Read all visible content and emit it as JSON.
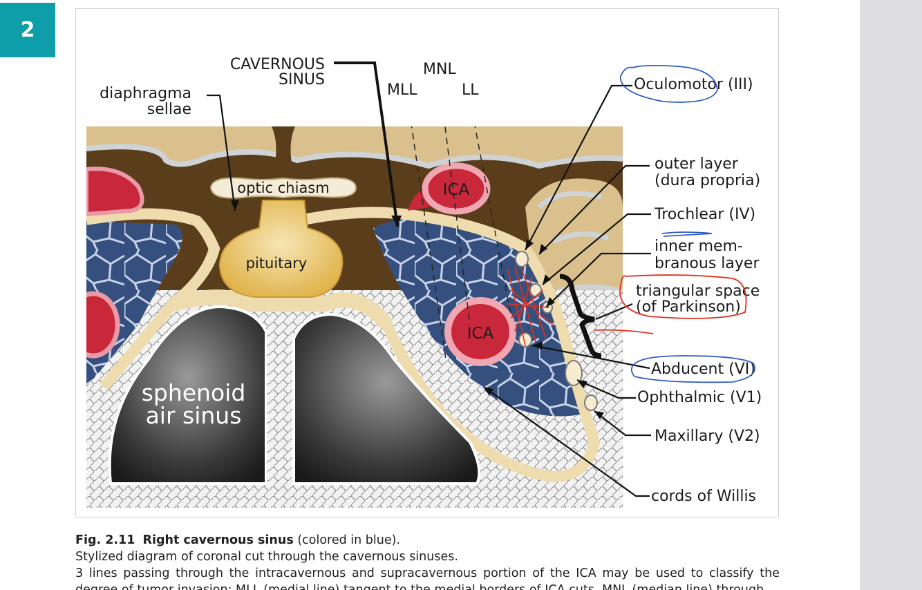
{
  "page": {
    "chapter_number": "2"
  },
  "figure": {
    "labels": {
      "cavernous_sinus_1": "CAVERNOUS",
      "cavernous_sinus_2": "SINUS",
      "mnl": "MNL",
      "mll": "MLL",
      "ll": "LL",
      "diaphragma_1": "diaphragma",
      "diaphragma_2": "sellae",
      "optic_chiasm": "optic chiasm",
      "ica_upper": "ICA",
      "ica_lower": "ICA",
      "pituitary": "pituitary",
      "sphenoid_1": "sphenoid",
      "sphenoid_2": "air sinus",
      "oculomotor": "Oculomotor (III)",
      "outer_layer_1": "outer layer",
      "outer_layer_2": "(dura propria)",
      "trochlear": "Trochlear (IV)",
      "inner_layer_1": "inner mem-",
      "inner_layer_2": "branous layer",
      "triangular_1": "triangular space",
      "triangular_2": "(of Parkinson)",
      "abducent": "Abducent (VI)",
      "ophthalmic": "Ophthalmic (V1)",
      "maxillary": "Maxillary (V2)",
      "cords": "cords of Willis"
    },
    "colors": {
      "blue_sinus": "#35507e",
      "bone_tan": "#efdcae",
      "brown": "#5a3e1c",
      "ica_red": "#c8283a",
      "annotation_blue": "#2f5cc4",
      "annotation_red": "#e03020"
    }
  },
  "caption": {
    "fig_number": "Fig. 2.11",
    "title_bold": "Right cavernous sinus",
    "title_rest": " (colored in blue).",
    "line2": "Stylized diagram of coronal cut through the cavernous sinuses.",
    "line3": "3 lines passing through the intracavernous and supracavernous portion of the ICA may be used to classify the",
    "line4": "degree of tumor invasion: MLL (medial line) tangent to the medial borders of ICA cuts, MNL (median line) through"
  }
}
